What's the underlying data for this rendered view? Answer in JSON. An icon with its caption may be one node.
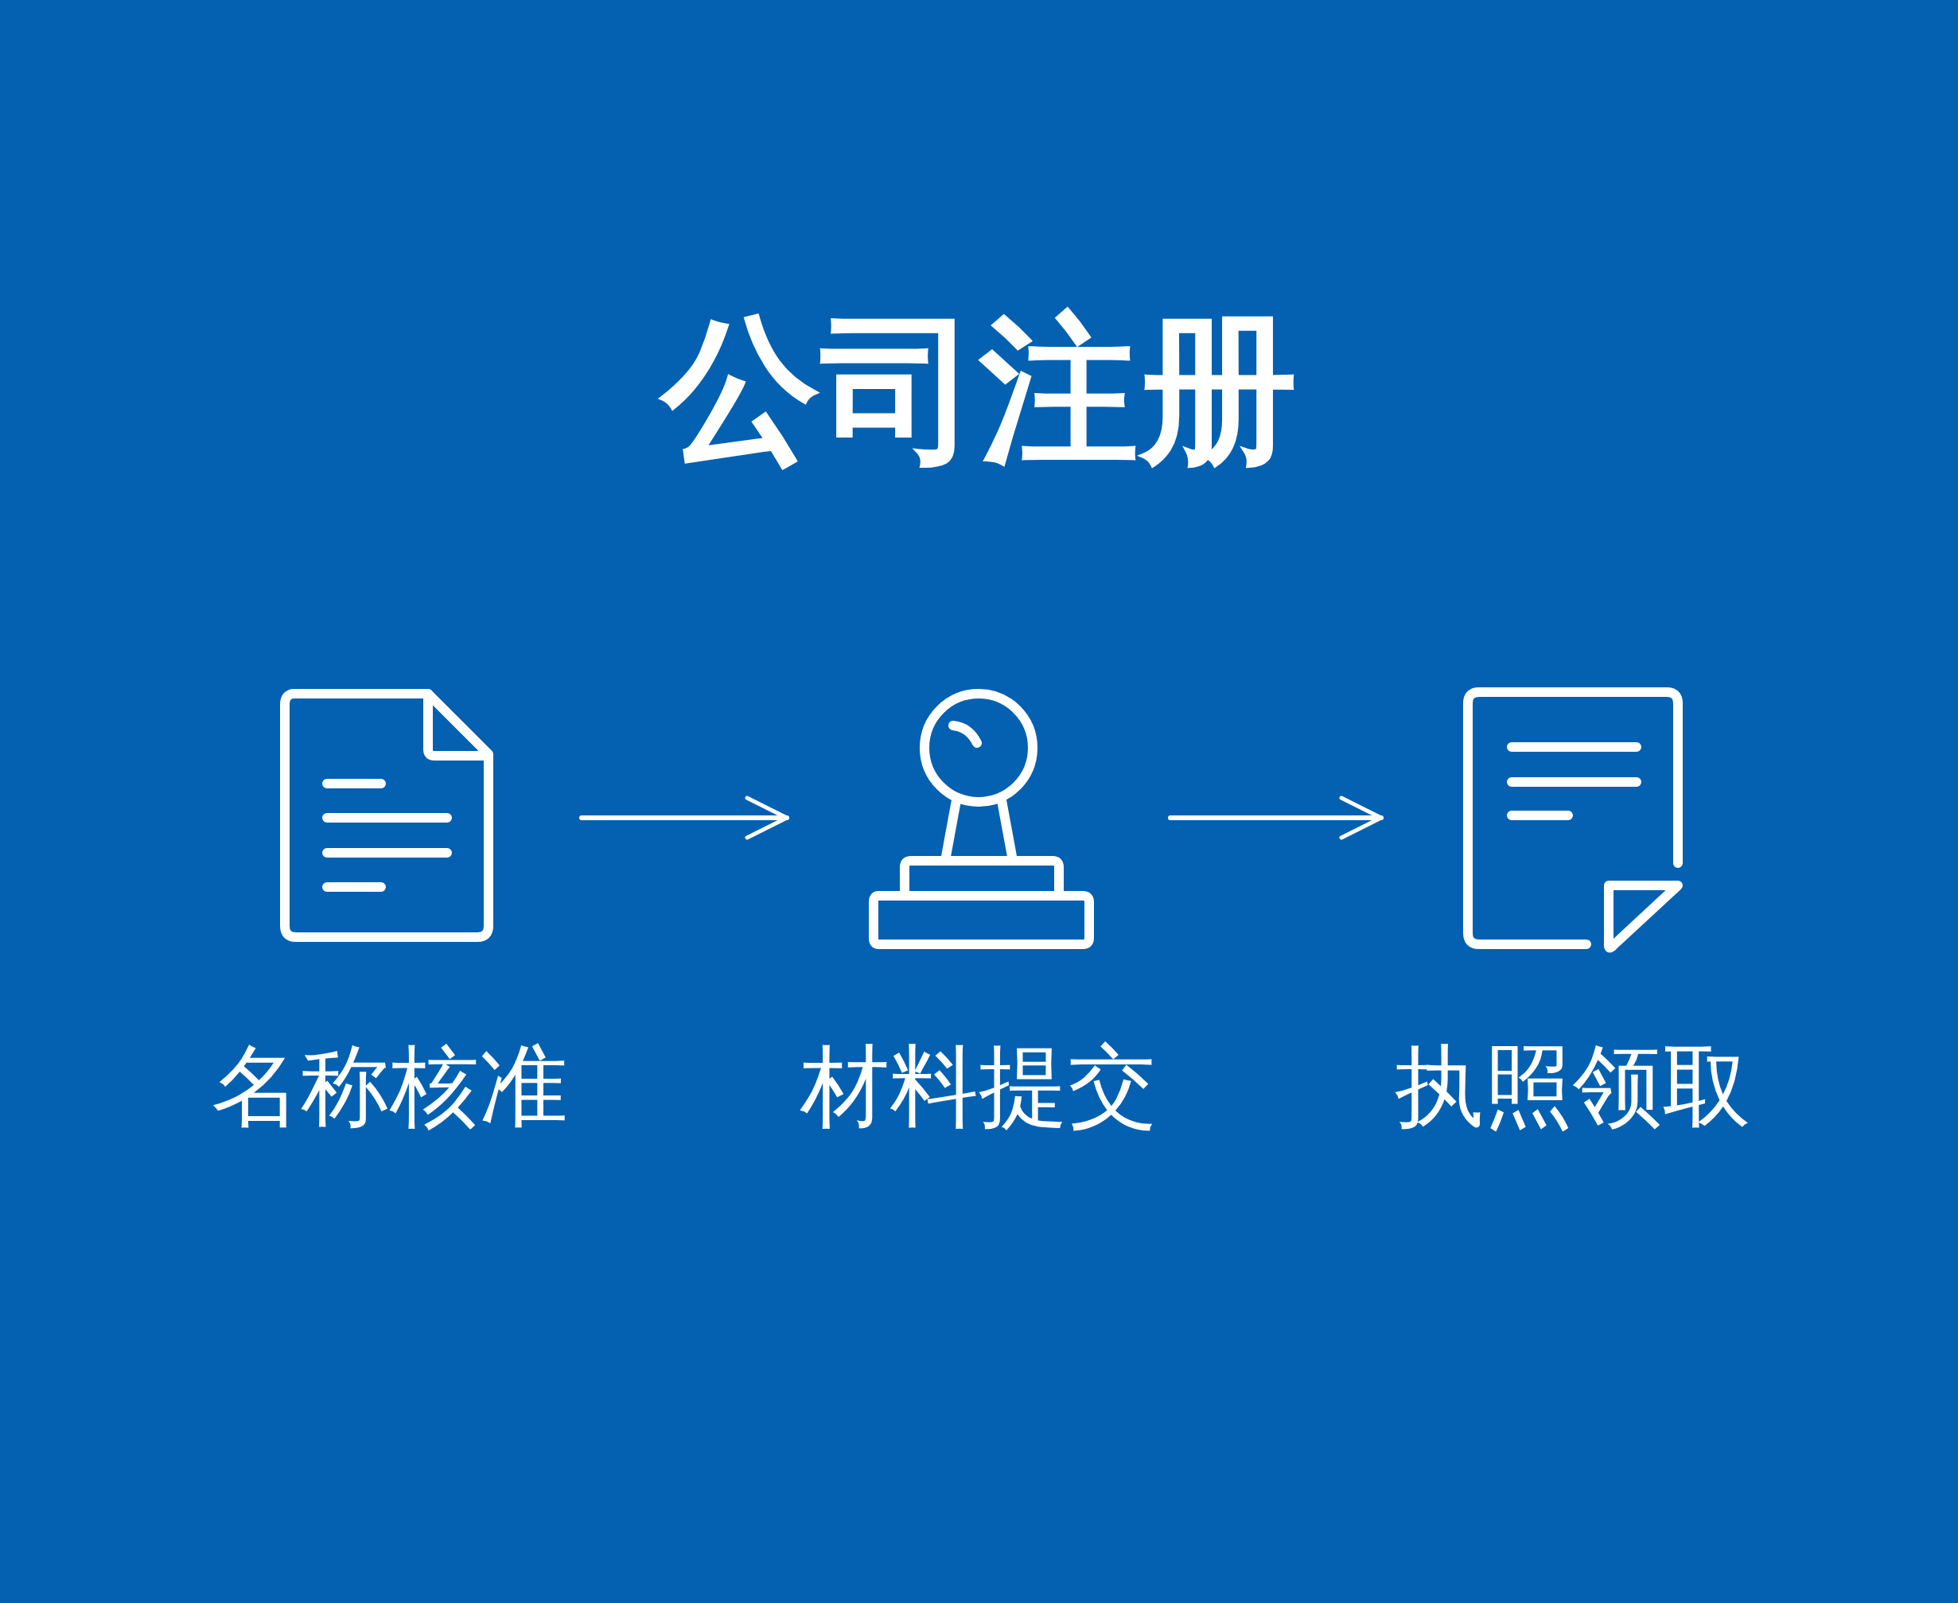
{
  "diagram": {
    "title": "公司注册",
    "nodes": [
      {
        "text": [
          "名称核准"
        ]
      },
      {
        "text": [
          "材料提交"
        ]
      },
      {
        "text": [
          "执照领取"
        ]
      }
    ],
    "edges": [
      {
        "from": 0,
        "to": 1,
        "arrow": "to"
      },
      {
        "from": 1,
        "to": 2,
        "arrow": "to"
      }
    ]
  }
}
